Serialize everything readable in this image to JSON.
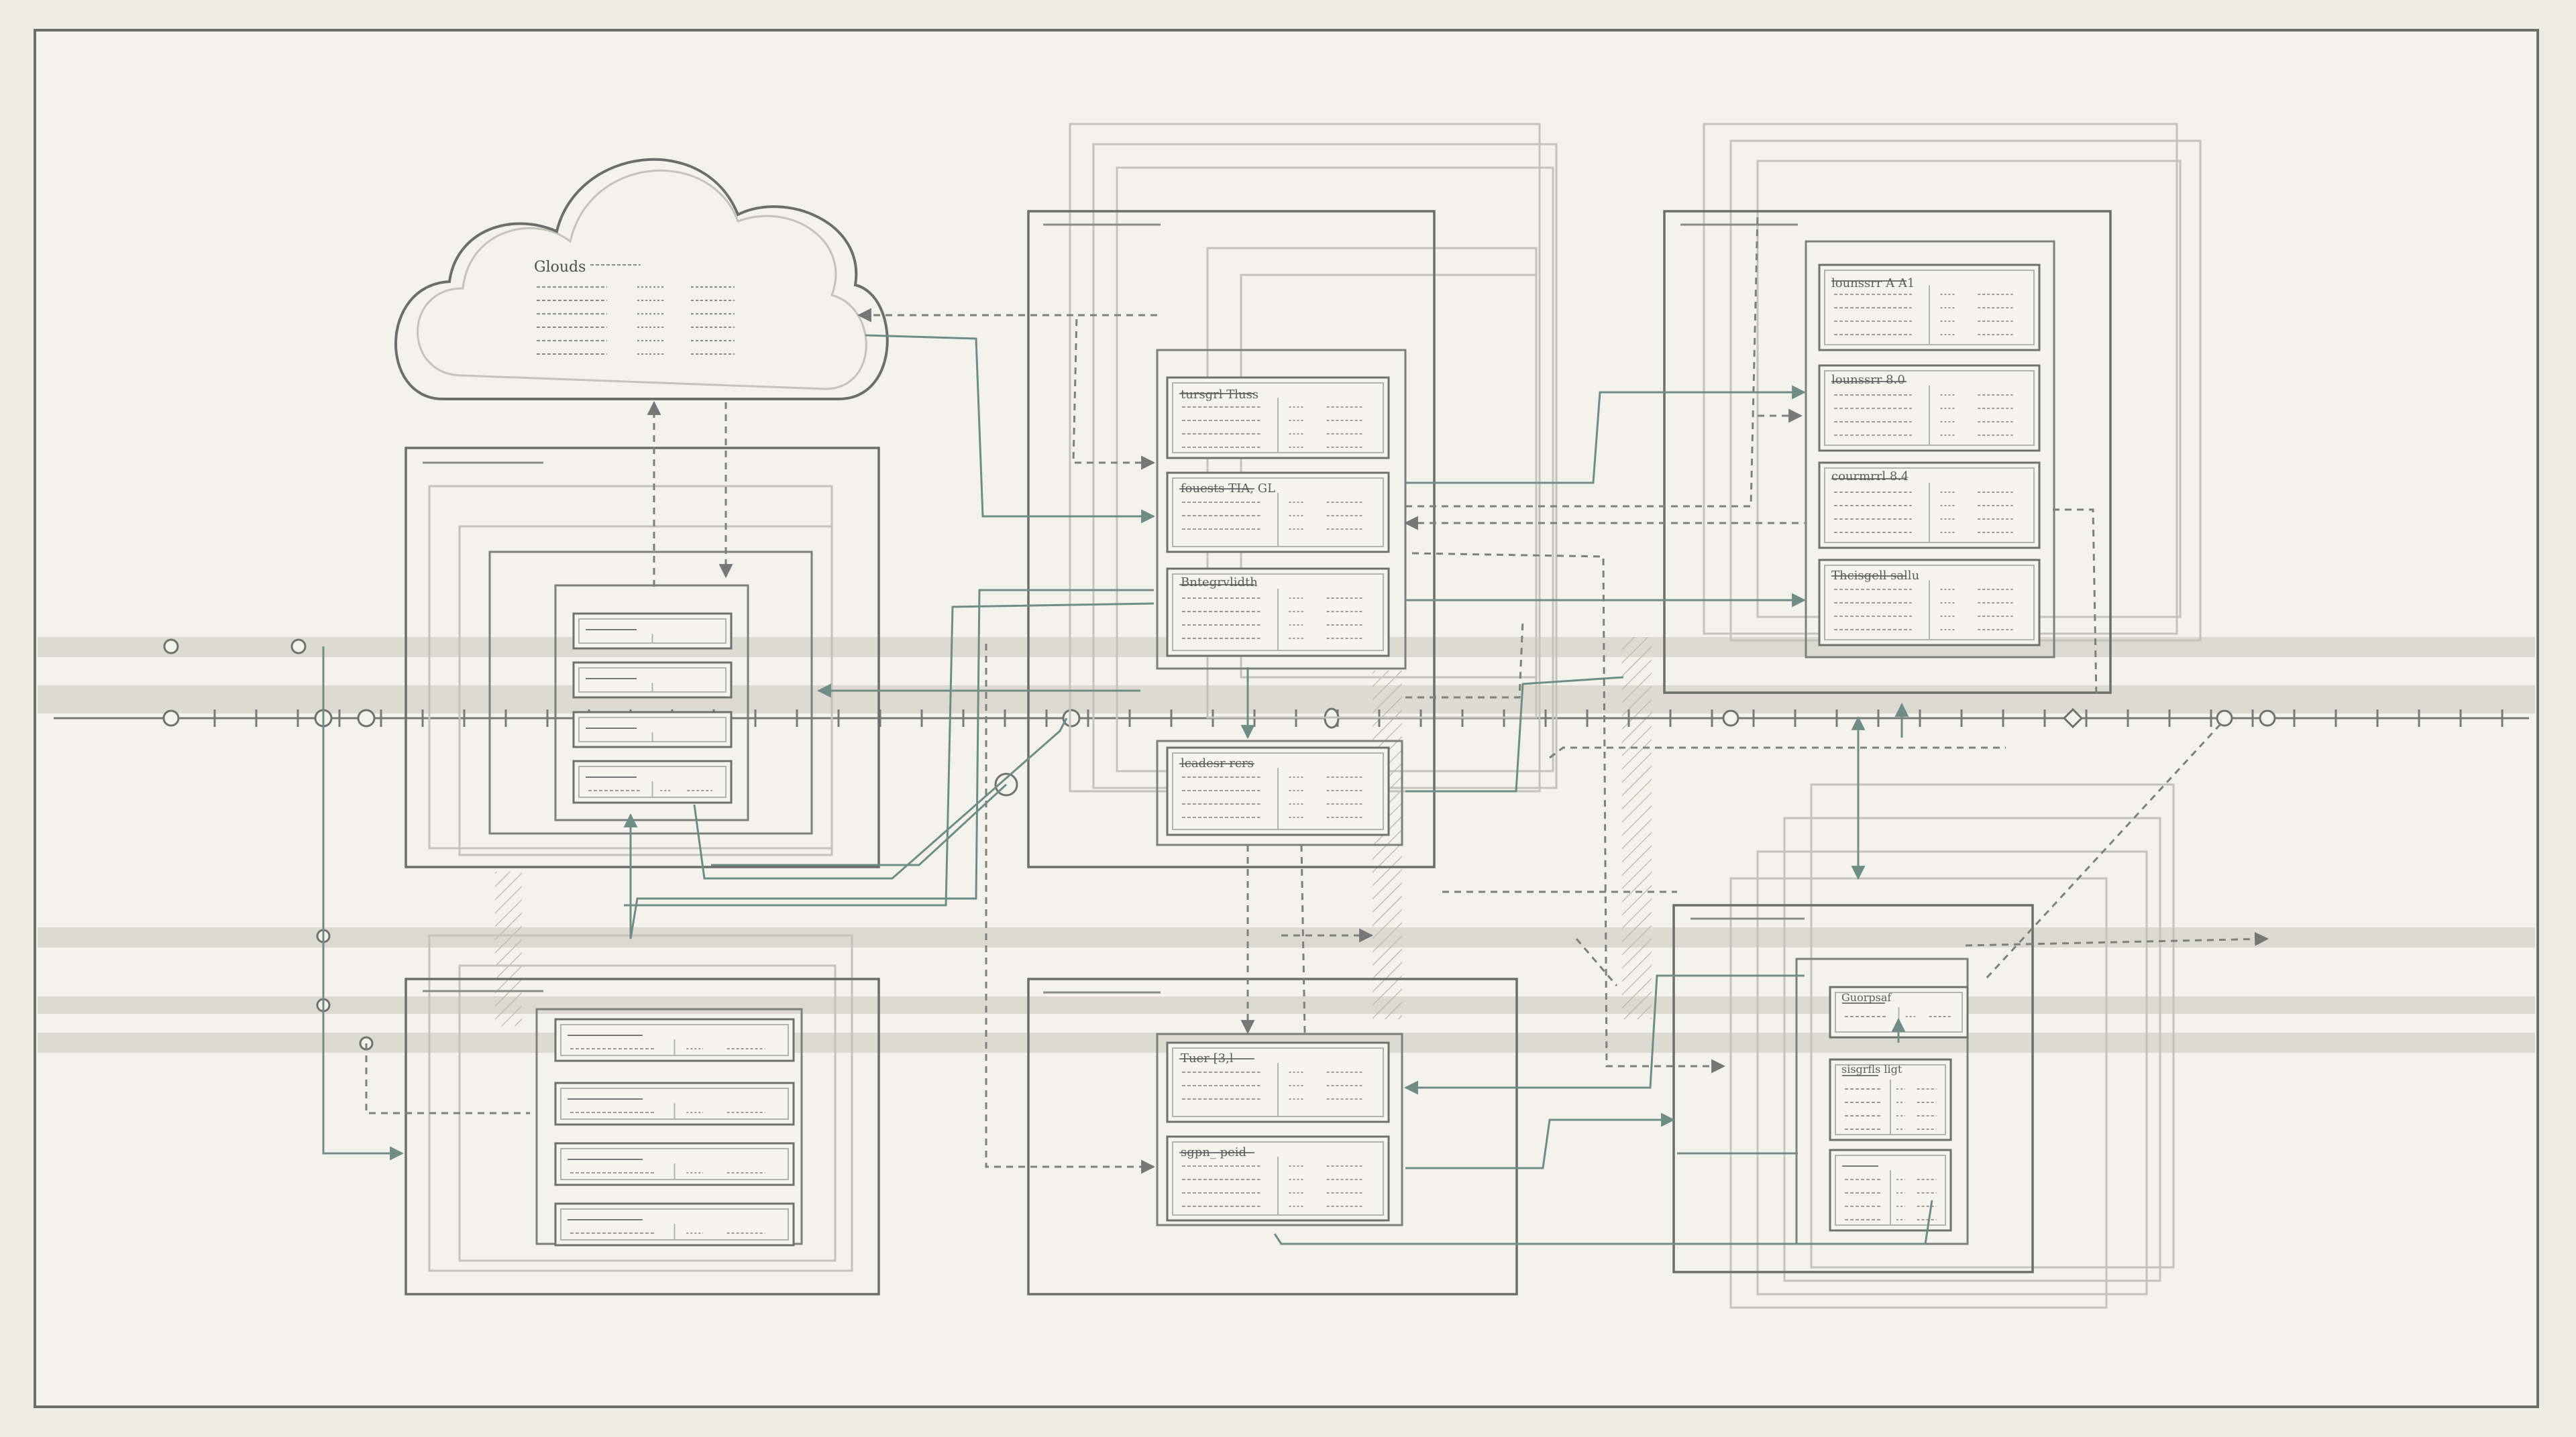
{
  "colors": {
    "paper": "#f4f2ec",
    "ink": "#6f726f",
    "ink_light": "#b9b9b3",
    "teal": "#6f8d86",
    "band": "#d8d6cc",
    "frame": "#6b6e6b"
  },
  "cloud": {
    "label": "Glouds"
  },
  "cards": {
    "c1": "tursgrl Tluss",
    "c2": "fouests TIA, GL",
    "c3": "Bntegrvlidth",
    "c4": "lcadesr rcrs",
    "c5": "Tuer [3,l",
    "c6": "sgpn_ peid",
    "r1": "lounssrr A A1",
    "r2": "lounssrr 8.0",
    "r3": "courmrrl 8.4",
    "r4": "Thcisgell sallu",
    "r5": "Guorpsaf",
    "r6": "sisgrfls ligt"
  }
}
